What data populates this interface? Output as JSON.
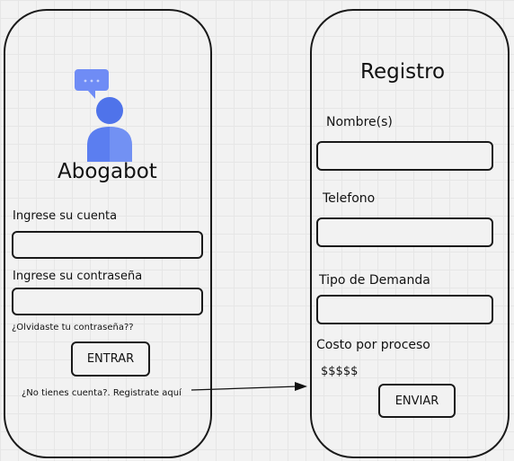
{
  "login": {
    "app_name": "Abogabot",
    "account_label": "Ingrese su cuenta",
    "account_value": "",
    "password_label": "Ingrese su contraseña",
    "password_value": "",
    "forgot_link": "¿Olvidaste tu contraseña??",
    "submit_label": "ENTRAR",
    "register_link": "¿No tienes cuenta?. Registrate aquí",
    "icon_colors": {
      "bubble": "#6f8cf5",
      "head": "#4f73ea",
      "body": "#5b7ef0"
    }
  },
  "register": {
    "title": "Registro",
    "name_label": "Nombre(s)",
    "name_value": "",
    "phone_label": "Telefono",
    "phone_value": "",
    "demand_label": "Tipo de Demanda",
    "demand_value": "",
    "cost_label": "Costo por proceso",
    "cost_value": "$$$$$",
    "submit_label": "ENVIAR"
  }
}
